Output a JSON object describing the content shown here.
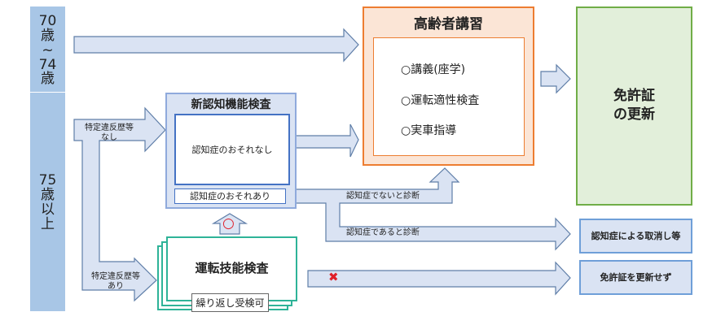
{
  "age_groups": [
    {
      "label_lines": [
        "70",
        "歳",
        "~",
        "74",
        "歳"
      ]
    },
    {
      "label_lines": [
        "75",
        "歳",
        "以",
        "上"
      ]
    }
  ],
  "lecture": {
    "title": "高齢者講習",
    "items": [
      "○講義(座学)",
      "○運転適性検査",
      "○実車指導"
    ]
  },
  "renewal": {
    "lines": [
      "免許証",
      "の更新"
    ]
  },
  "cognitive_test": {
    "title": "新認知機能検査",
    "no_risk": "認知症のおそれなし",
    "risk": "認知症のおそれあり"
  },
  "driving_test": {
    "title": "運転技能検査",
    "note": "繰り返し受検可",
    "pass_mark": "○",
    "fail_mark": "✖"
  },
  "arrows": {
    "no_violation": [
      "特定違反歴等",
      "なし"
    ],
    "violation": [
      "特定違反歴等",
      "あり"
    ],
    "not_dementia": "認知症でないと診断",
    "dementia": "認知症であると診断"
  },
  "outcomes": {
    "revoke": "認知症による取消し等",
    "no_renewal": "免許証を更新せず"
  },
  "colors": {
    "arrow_fill": "#dae3f3",
    "arrow_stroke": "#5f7ea8",
    "lecture_border": "#ed7d31",
    "renewal_fill": "#e2efda",
    "renewal_border": "#70ad47",
    "driving_border": "#2eb398",
    "red": "#e0202a"
  }
}
